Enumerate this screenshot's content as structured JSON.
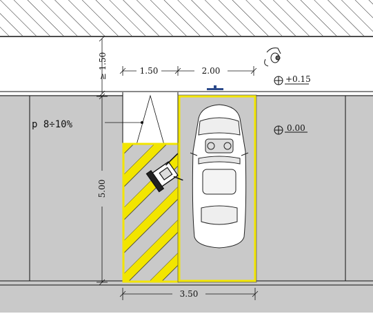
{
  "dimensions": {
    "top_depth": "≥ 1.50",
    "ramp_width": "1.50",
    "car_width": "2.00",
    "bay_length": "5.00",
    "total_width": "3.50"
  },
  "elevations": {
    "sidewalk": "+0.15",
    "road": "0.00"
  },
  "slope_label": "p 8÷10%",
  "colors": {
    "road": "#c9c9c9",
    "sidewalk": "#ffffff",
    "marking": "#f2e500",
    "line": "#111111",
    "kerb_mark": "#2b4a8a"
  },
  "icons": {
    "wheelchair": "wheelchair-user-icon",
    "pedestrian": "pedestrian-icon",
    "car": "car-top-view-icon"
  }
}
